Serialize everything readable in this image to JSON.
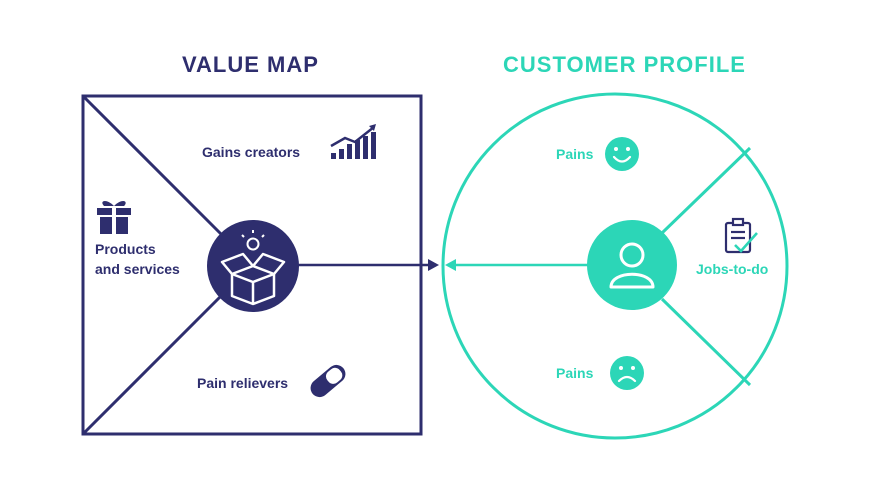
{
  "value_map": {
    "title": "VALUE MAP",
    "gains_creators": "Gains creators",
    "products_line1": "Products",
    "products_line2": "and services",
    "pain_relievers": "Pain relievers",
    "icons": [
      "bar-chart-icon",
      "gift-icon",
      "box-lightbulb-icon",
      "pill-icon"
    ]
  },
  "customer_profile": {
    "title": "CUSTOMER PROFILE",
    "gains": "Pains",
    "jobs": "Jobs-to-do",
    "pains": "Pains",
    "icons": [
      "smile-icon",
      "user-icon",
      "clipboard-check-icon",
      "sad-icon"
    ]
  },
  "colors": {
    "navy": "#2e2e6e",
    "teal": "#2cd6b7"
  }
}
